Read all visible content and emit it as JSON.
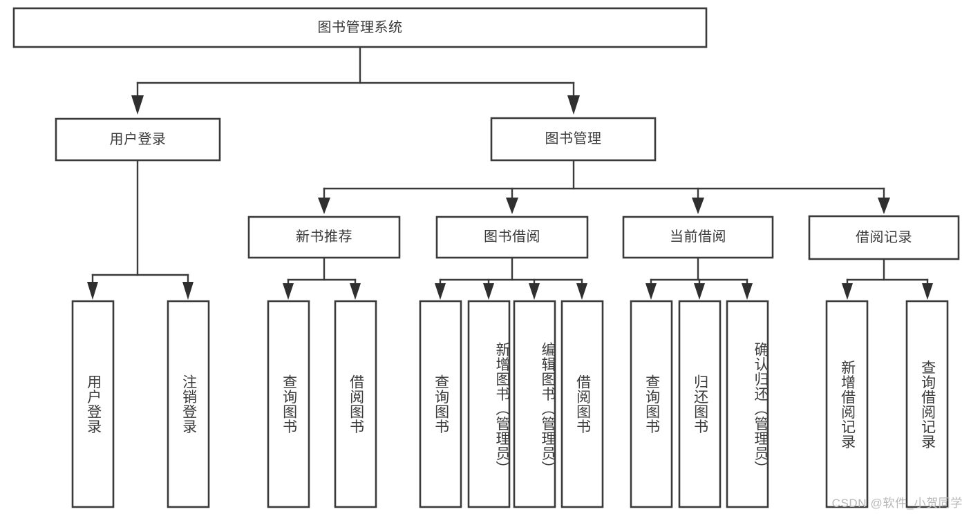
{
  "diagram": {
    "type": "tree-hierarchy-chart",
    "title": "图书管理系统",
    "colors": {
      "stroke": "#3a3a3a",
      "fill": "#ffffff",
      "text": "#3b3b3b",
      "watermark": "#b7b7b7",
      "background": "#ffffff"
    },
    "levels": [
      {
        "level": 0,
        "nodes": [
          {
            "id": "root",
            "label": "图书管理系统",
            "orientation": "horizontal"
          }
        ]
      },
      {
        "level": 1,
        "nodes": [
          {
            "id": "user-login",
            "label": "用户登录",
            "orientation": "horizontal",
            "parent": "root"
          },
          {
            "id": "book-manage",
            "label": "图书管理",
            "orientation": "horizontal",
            "parent": "root"
          }
        ]
      },
      {
        "level": 2,
        "nodes": [
          {
            "id": "new-book-rec",
            "label": "新书推荐",
            "orientation": "horizontal",
            "parent": "book-manage"
          },
          {
            "id": "book-borrow",
            "label": "图书借阅",
            "orientation": "horizontal",
            "parent": "book-manage"
          },
          {
            "id": "current-borrow",
            "label": "当前借阅",
            "orientation": "horizontal",
            "parent": "book-manage"
          },
          {
            "id": "borrow-record",
            "label": "借阅记录",
            "orientation": "horizontal",
            "parent": "book-manage"
          }
        ]
      },
      {
        "level": 3,
        "nodes": [
          {
            "id": "leaf-user-login",
            "label": "用户登录",
            "orientation": "vertical",
            "parent": "user-login"
          },
          {
            "id": "leaf-logout",
            "label": "注销登录",
            "orientation": "vertical",
            "parent": "user-login"
          },
          {
            "id": "leaf-query-book-1",
            "label": "查询图书",
            "orientation": "vertical",
            "parent": "new-book-rec"
          },
          {
            "id": "leaf-borrow-book-1",
            "label": "借阅图书",
            "orientation": "vertical",
            "parent": "new-book-rec"
          },
          {
            "id": "leaf-query-book-2",
            "label": "查询图书",
            "orientation": "vertical",
            "parent": "book-borrow"
          },
          {
            "id": "leaf-add-book",
            "label": "新增图书（管理员）",
            "orientation": "vertical",
            "parent": "book-borrow"
          },
          {
            "id": "leaf-edit-book",
            "label": "编辑图书（管理员）",
            "orientation": "vertical",
            "parent": "book-borrow"
          },
          {
            "id": "leaf-borrow-book-2",
            "label": "借阅图书",
            "orientation": "vertical",
            "parent": "book-borrow"
          },
          {
            "id": "leaf-query-book-3",
            "label": "查询图书",
            "orientation": "vertical",
            "parent": "current-borrow"
          },
          {
            "id": "leaf-return-book",
            "label": "归还图书",
            "orientation": "vertical",
            "parent": "current-borrow"
          },
          {
            "id": "leaf-confirm-return",
            "label": "确认归还（管理员）",
            "orientation": "vertical",
            "parent": "current-borrow"
          },
          {
            "id": "leaf-add-record",
            "label": "新增借阅记录",
            "orientation": "vertical",
            "parent": "borrow-record"
          },
          {
            "id": "leaf-query-record",
            "label": "查询借阅记录",
            "orientation": "vertical",
            "parent": "borrow-record"
          }
        ]
      }
    ]
  },
  "watermark": {
    "text": "CSDN @软件_小贺同学"
  }
}
